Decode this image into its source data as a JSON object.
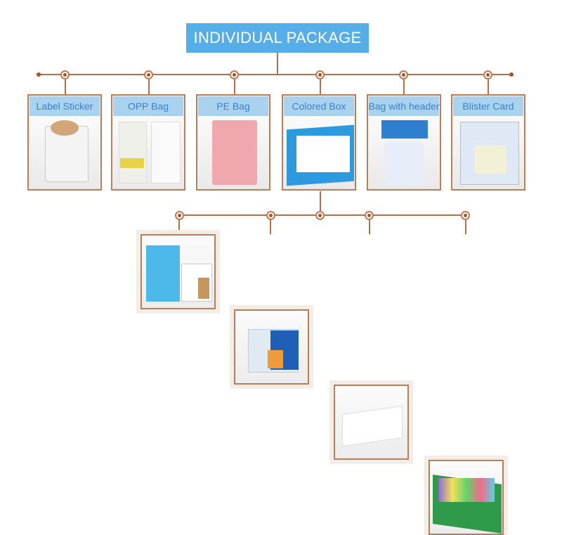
{
  "title": "INDIVIDUAL PACKAGE",
  "colors": {
    "accent": "#55aee8",
    "line": "#b0704a",
    "header_text": "#3d7fd0"
  },
  "top_items": [
    {
      "label": "Label Sticker"
    },
    {
      "label": "OPP Bag"
    },
    {
      "label": "PE Bag"
    },
    {
      "label": "Colored Box"
    },
    {
      "label": "Bag with header"
    },
    {
      "label": "Blister Card"
    }
  ],
  "bottom_items": [
    {
      "name": "cohesive-bandage-box"
    },
    {
      "name": "sportex-clear-box"
    },
    {
      "name": "white-box"
    },
    {
      "name": "display-box"
    }
  ]
}
